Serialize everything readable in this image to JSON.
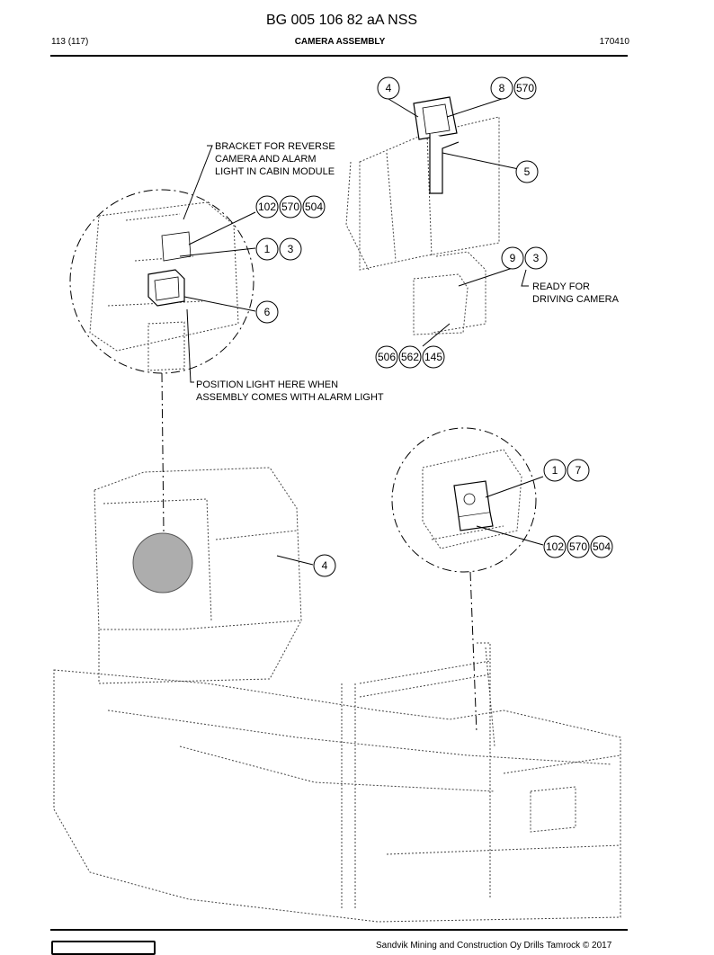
{
  "header": {
    "doc_id": "BG 005 106 82 aA NSS",
    "page": "113 (117)",
    "title": "CAMERA ASSEMBLY",
    "date": "170410"
  },
  "callouts": {
    "top_4": "4",
    "top_8": "8",
    "top_570": "570",
    "top_5": "5",
    "left_102": "102",
    "left_570": "570",
    "left_504": "504",
    "left_1": "1",
    "left_3": "3",
    "left_6": "6",
    "right_9": "9",
    "right_3": "3",
    "bot_506": "506",
    "bot_562": "562",
    "bot_145": "145",
    "rear_1": "1",
    "rear_7": "7",
    "rear_102": "102",
    "rear_570": "570",
    "rear_504": "504",
    "cabin_4": "4"
  },
  "notes": {
    "bracket_1": "BRACKET FOR REVERSE",
    "bracket_2": "CAMERA AND ALARM",
    "bracket_3": "LIGHT IN CABIN MODULE",
    "ready_1": "READY FOR",
    "ready_2": "DRIVING CAMERA",
    "position_1": "POSITION LIGHT HERE WHEN",
    "position_2": "ASSEMBLY COMES WITH ALARM LIGHT"
  },
  "footer": {
    "company": "Sandvik Mining and Construction Oy Drills Tamrock © 2017"
  }
}
